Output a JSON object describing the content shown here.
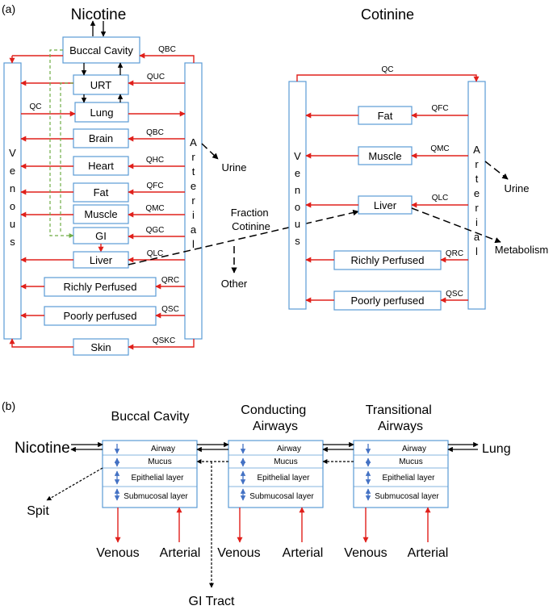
{
  "panel_a": {
    "label": "(a)",
    "nicotine_title": "Nicotine",
    "cotinine_title": "Cotinine",
    "venous_letters": [
      "V",
      "e",
      "n",
      "o",
      "u",
      "s"
    ],
    "arterial_letters": [
      "A",
      "r",
      "t",
      "e",
      "r",
      "i",
      "a",
      "l"
    ],
    "compartments": {
      "buccal": "Buccal Cavity",
      "urt": "URT",
      "lung": "Lung",
      "brain": "Brain",
      "heart": "Heart",
      "fat": "Fat",
      "muscle": "Muscle",
      "gi": "GI",
      "liver": "Liver",
      "richly": "Richly Perfused",
      "poorly": "Poorly perfused",
      "skin": "Skin"
    },
    "flows": {
      "qbc_top": "QBC",
      "quc": "QUC",
      "qc": "QC",
      "qbc": "QBC",
      "qhc": "QHC",
      "qfc": "QFC",
      "qmc": "QMC",
      "qgc": "QGC",
      "qlc": "QLC",
      "qrc": "QRC",
      "qsc": "QSC",
      "qskc": "QSKC"
    },
    "urine": "Urine",
    "fraction_cotinine": [
      "Fraction",
      "Cotinine"
    ],
    "other": "Other",
    "cot_compartments": {
      "fat": "Fat",
      "muscle": "Muscle",
      "liver": "Liver",
      "richly": "Richly Perfused",
      "poorly": "Poorly perfused"
    },
    "cot_flows": {
      "qc": "QC",
      "qfc": "QFC",
      "qmc": "QMC",
      "qlc": "QLC",
      "qrc": "QRC",
      "qsc": "QSC"
    },
    "cot_urine": "Urine",
    "metabolism": "Metabolism"
  },
  "panel_b": {
    "label": "(b)",
    "nicotine": "Nicotine",
    "lung": "Lung",
    "spit": "Spit",
    "gi_tract": "GI Tract",
    "regions": [
      {
        "title": [
          "Buccal Cavity"
        ],
        "venous": "Venous",
        "arterial": "Arterial"
      },
      {
        "title": [
          "Conducting",
          "Airways"
        ],
        "venous": "Venous",
        "arterial": "Arterial"
      },
      {
        "title": [
          "Transitional",
          "Airways"
        ],
        "venous": "Venous",
        "arterial": "Arterial"
      }
    ],
    "layers": [
      "Airway",
      "Mucus",
      "Epithelial layer",
      "Submucosal layer"
    ]
  },
  "colors": {
    "box_border": "#5b9bd5",
    "flow_arrow": "#e0201b",
    "gi_dashed": "#70ad47",
    "layer_arrow": "#4472c4"
  }
}
